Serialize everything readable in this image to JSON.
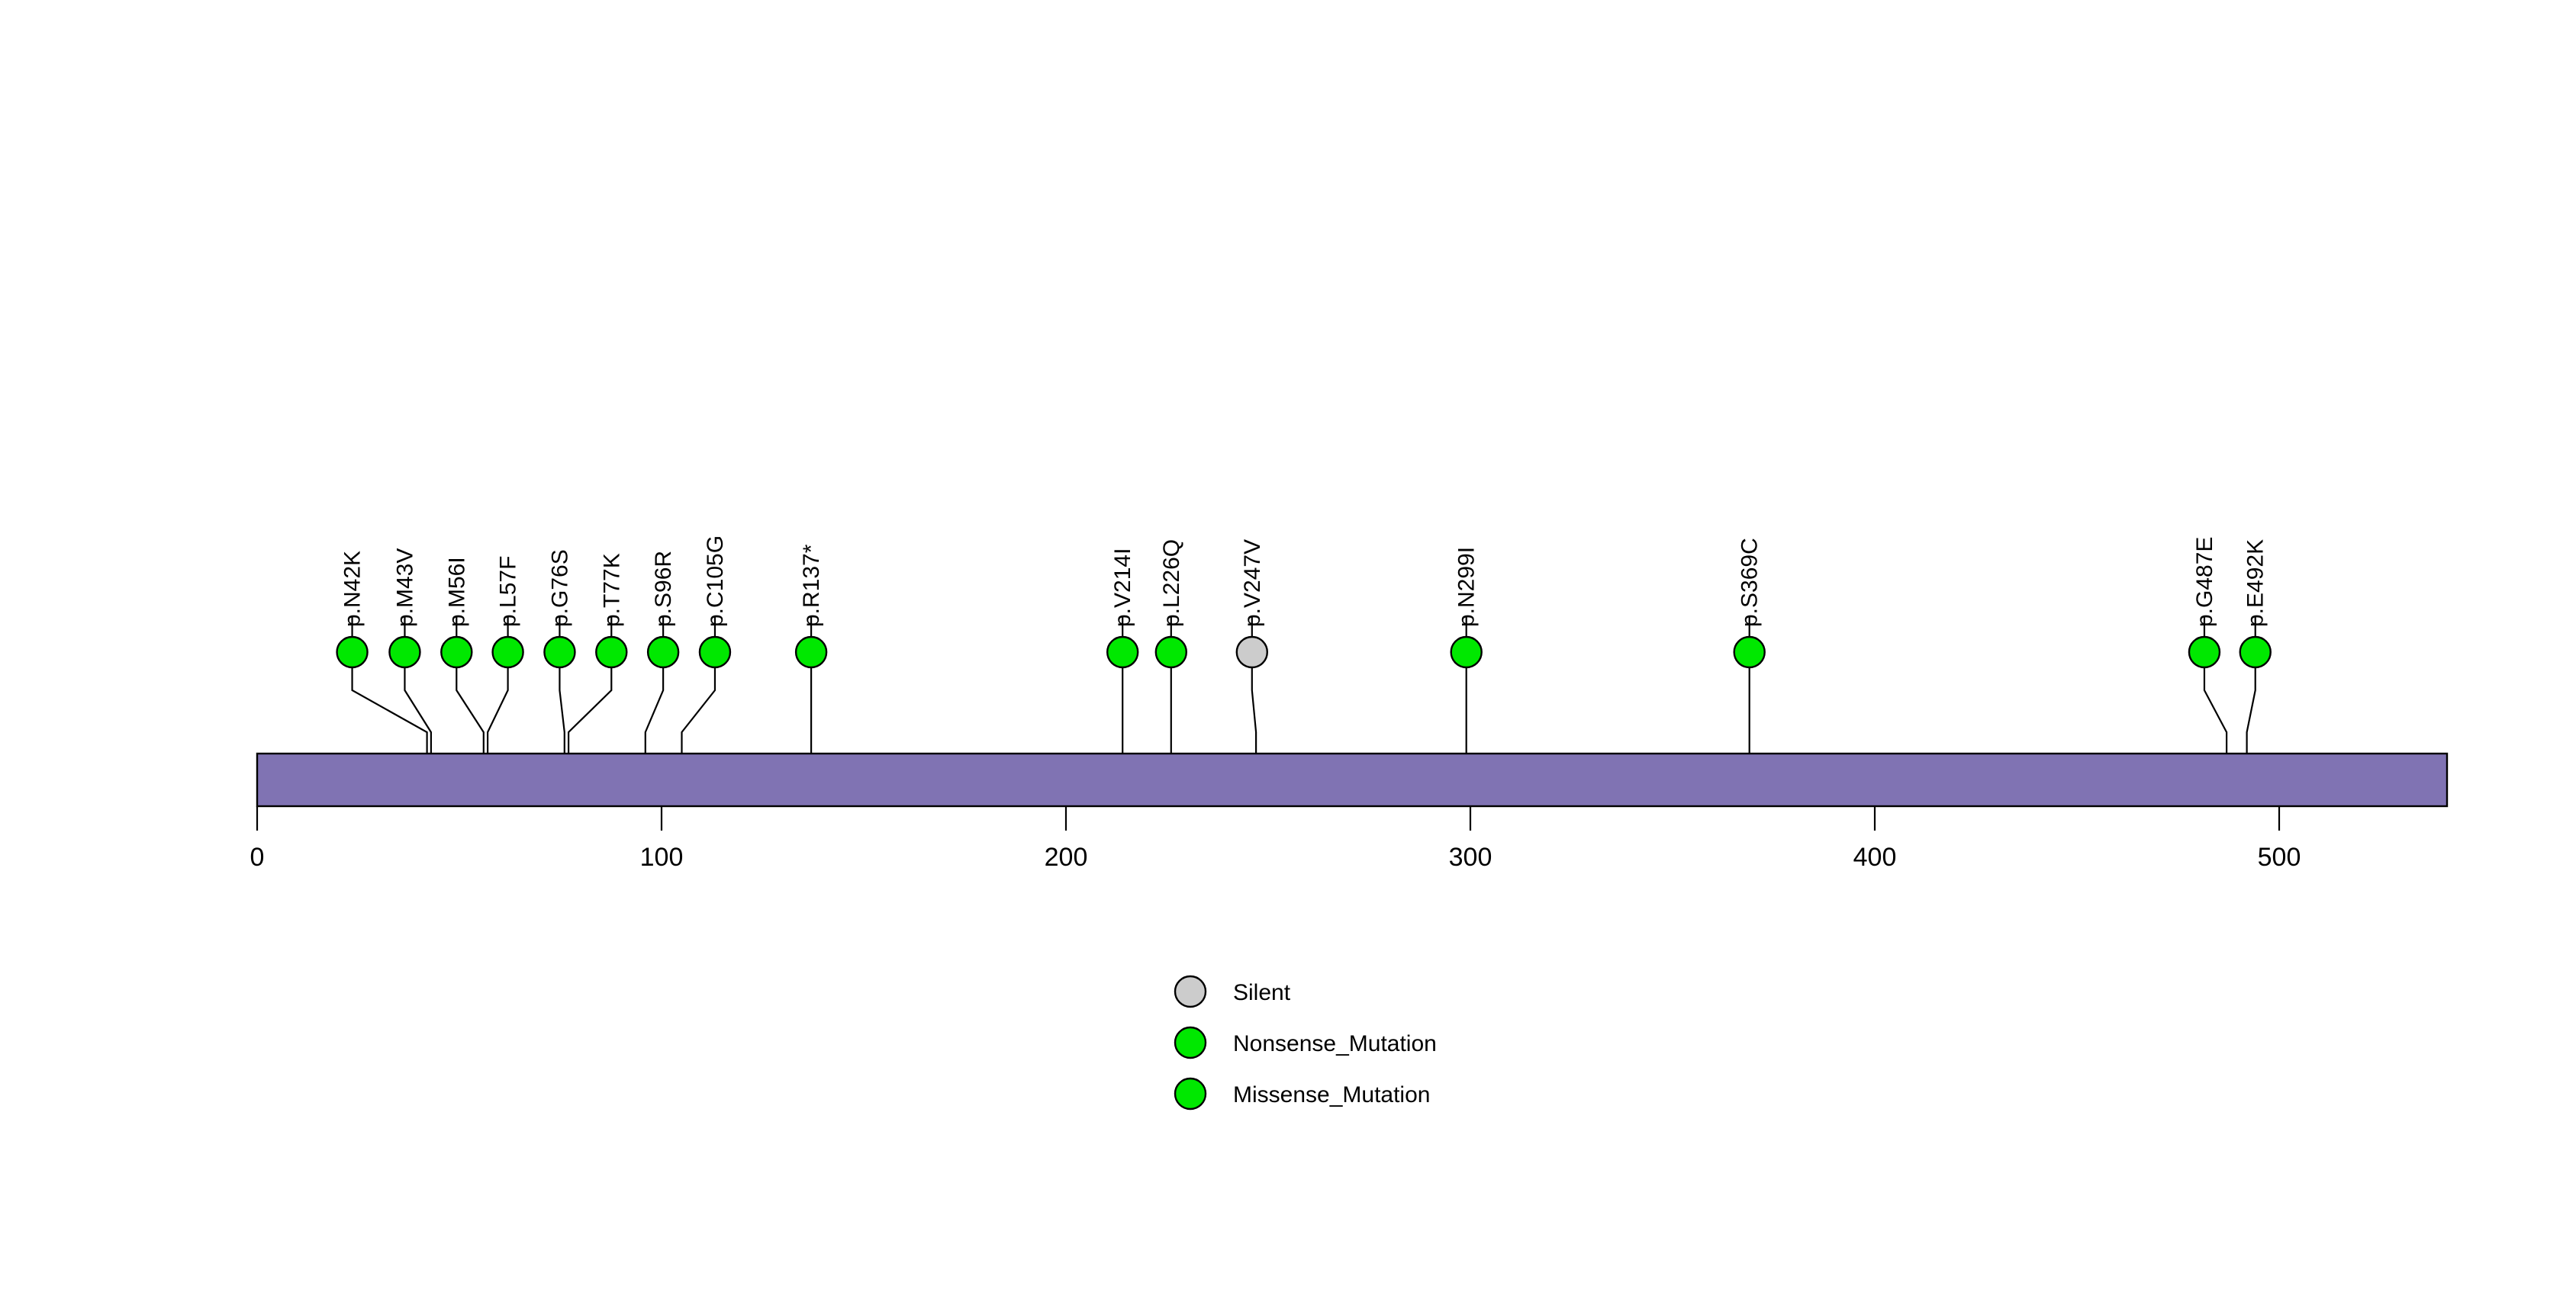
{
  "plot": {
    "type": "lollipop-plot",
    "background_color": "#ffffff",
    "domain_bar": {
      "start_aa": 0,
      "end_aa": 541,
      "fill_color": "#8073b3",
      "stroke_color": "#000000"
    },
    "axis": {
      "ticks": [
        0,
        100,
        200,
        300,
        400,
        500
      ],
      "tick_labels": [
        "0",
        "100",
        "200",
        "300",
        "400",
        "500"
      ],
      "min": 0,
      "max": 541
    },
    "colors": {
      "silent": "#cccccc",
      "nonsense": "#00e800",
      "missense": "#00e800",
      "stem": "#000000"
    }
  },
  "chart_data": {
    "type": "lollipop",
    "title": "",
    "xlabel": "",
    "ylabel": "",
    "xlim": [
      0,
      541
    ],
    "grid": false,
    "legend_position": "bottom-center",
    "protein_length": 541,
    "mutations": [
      {
        "label": "p.N42K",
        "position": 42,
        "class": "Missense_Mutation",
        "color": "#00e800",
        "head_x_aa": 23.5
      },
      {
        "label": "p.M43V",
        "position": 43,
        "class": "Missense_Mutation",
        "color": "#00e800",
        "head_x_aa": 36.5
      },
      {
        "label": "p.M56I",
        "position": 56,
        "class": "Missense_Mutation",
        "color": "#00e800",
        "head_x_aa": 49.3
      },
      {
        "label": "p.L57F",
        "position": 57,
        "class": "Missense_Mutation",
        "color": "#00e800",
        "head_x_aa": 62.0
      },
      {
        "label": "p.G76S",
        "position": 76,
        "class": "Missense_Mutation",
        "color": "#00e800",
        "head_x_aa": 74.8
      },
      {
        "label": "p.T77K",
        "position": 77,
        "class": "Missense_Mutation",
        "color": "#00e800",
        "head_x_aa": 87.6
      },
      {
        "label": "p.S96R",
        "position": 96,
        "class": "Missense_Mutation",
        "color": "#00e800",
        "head_x_aa": 100.4
      },
      {
        "label": "p.C105G",
        "position": 105,
        "class": "Missense_Mutation",
        "color": "#00e800",
        "head_x_aa": 113.2
      },
      {
        "label": "p.R137*",
        "position": 137,
        "class": "Nonsense_Mutation",
        "color": "#00e800",
        "head_x_aa": 137.0
      },
      {
        "label": "p.V214I",
        "position": 214,
        "class": "Missense_Mutation",
        "color": "#00e800",
        "head_x_aa": 214.0
      },
      {
        "label": "p.L226Q",
        "position": 226,
        "class": "Missense_Mutation",
        "color": "#00e800",
        "head_x_aa": 226.0
      },
      {
        "label": "p.V247V",
        "position": 247,
        "class": "Silent",
        "color": "#cccccc",
        "head_x_aa": 246.0
      },
      {
        "label": "p.N299I",
        "position": 299,
        "class": "Missense_Mutation",
        "color": "#00e800",
        "head_x_aa": 299.0
      },
      {
        "label": "p.S369C",
        "position": 369,
        "class": "Missense_Mutation",
        "color": "#00e800",
        "head_x_aa": 369.0
      },
      {
        "label": "p.G487E",
        "position": 487,
        "class": "Missense_Mutation",
        "color": "#00e800",
        "head_x_aa": 481.5
      },
      {
        "label": "p.E492K",
        "position": 492,
        "class": "Missense_Mutation",
        "color": "#00e800",
        "head_x_aa": 494.1
      }
    ],
    "legend": [
      {
        "label": "Silent",
        "color": "#cccccc"
      },
      {
        "label": "Nonsense_Mutation",
        "color": "#00e800"
      },
      {
        "label": "Missense_Mutation",
        "color": "#00e800"
      }
    ]
  }
}
